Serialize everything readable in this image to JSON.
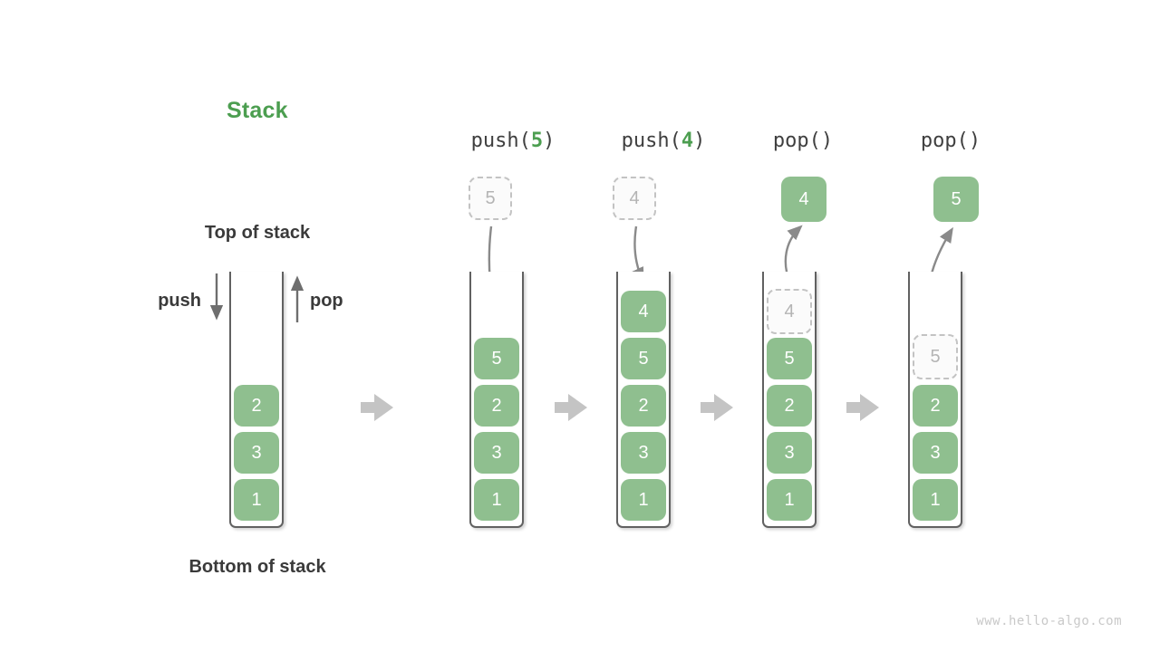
{
  "title": "Stack",
  "labels": {
    "top": "Top of stack",
    "bottom": "Bottom of stack",
    "push": "push",
    "pop": "pop"
  },
  "operations": [
    {
      "prefix": "push(",
      "arg": "5",
      "suffix": ")"
    },
    {
      "prefix": "push(",
      "arg": "4",
      "suffix": ")"
    },
    {
      "prefix": "pop()",
      "arg": "",
      "suffix": ""
    },
    {
      "prefix": "pop()",
      "arg": "",
      "suffix": ""
    }
  ],
  "stacks": [
    {
      "state": "initial",
      "blocks": [
        "2",
        "3",
        "1"
      ]
    },
    {
      "state": "after push(5)",
      "incoming_value": "5",
      "blocks": [
        "5",
        "2",
        "3",
        "1"
      ]
    },
    {
      "state": "after push(4)",
      "incoming_value": "4",
      "blocks": [
        "4",
        "5",
        "2",
        "3",
        "1"
      ]
    },
    {
      "state": "after pop()",
      "popped_value": "4",
      "ghost_value": "4",
      "blocks": [
        "5",
        "2",
        "3",
        "1"
      ]
    },
    {
      "state": "after pop()",
      "popped_value": "5",
      "ghost_value": "5",
      "blocks": [
        "2",
        "3",
        "1"
      ]
    }
  ],
  "watermark": "www.hello-algo.com",
  "colors": {
    "block_green": "#8fbf8f",
    "accent_green": "#4c9e50",
    "text_dark": "#3a3a3a",
    "step_arrow_gray": "#c4c4c4",
    "transfer_arrow_gray": "#8a8a8a",
    "ghost_border": "#c3c3c3",
    "ghost_text": "#b4b4b4",
    "watermark_gray": "#c9c9c9"
  }
}
